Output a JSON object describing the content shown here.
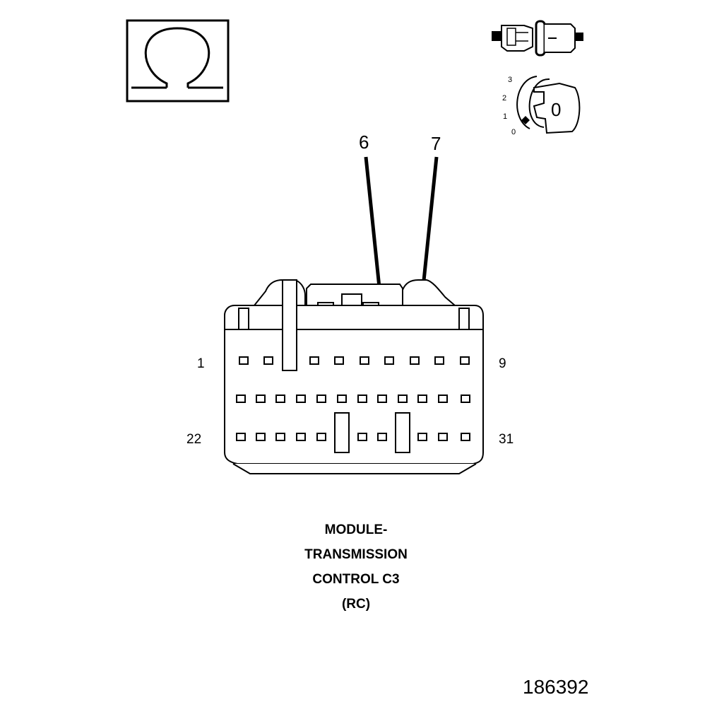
{
  "callouts": {
    "pin_a": "6",
    "pin_b": "7"
  },
  "pin_labels": {
    "top_left": "1",
    "top_right": "9",
    "bottom_left": "22",
    "bottom_right": "31"
  },
  "key_switch": {
    "positions": [
      "3",
      "2",
      "1",
      "0"
    ],
    "key_label": "0"
  },
  "caption": {
    "line1": "MODULE-",
    "line2": "TRANSMISSION",
    "line3": "CONTROL C3",
    "line4": "(RC)"
  },
  "figure_id": "186392",
  "icons": [
    "ohmmeter-icon",
    "connector-disconnected-icon",
    "ignition-key-off-icon"
  ]
}
